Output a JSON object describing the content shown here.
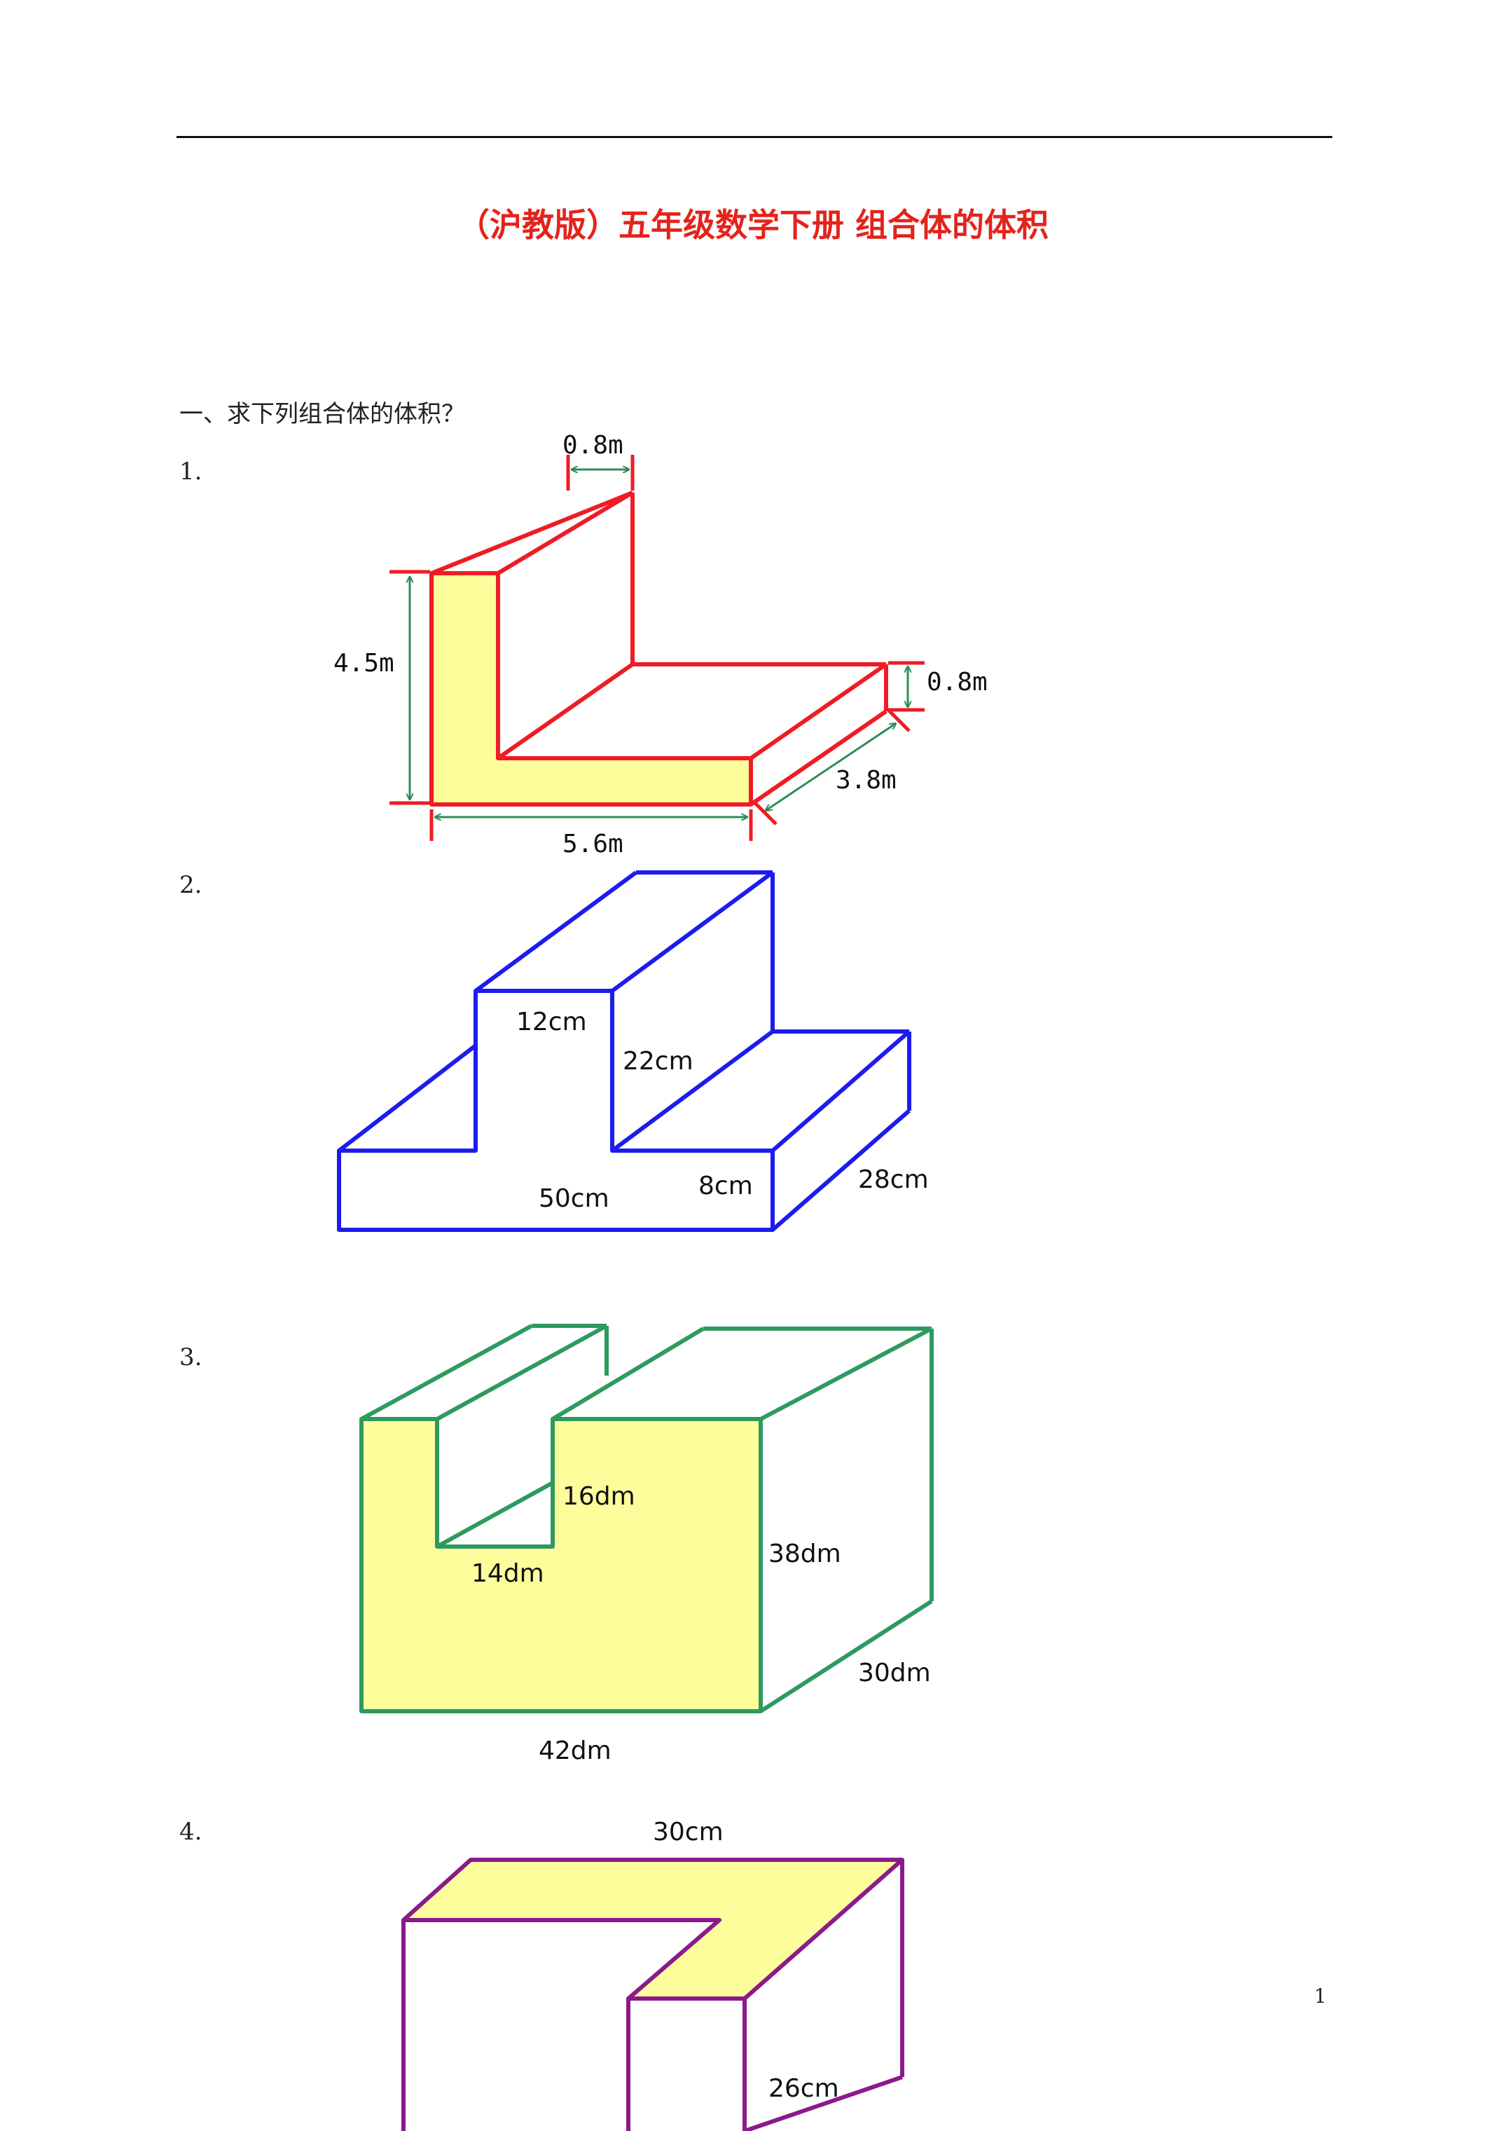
{
  "document": {
    "title": "（沪教版）五年级数学下册 组合体的体积",
    "section_heading": "一、求下列组合体的体积？",
    "page_number": "1"
  },
  "problems": [
    {
      "number": "1.",
      "stroke_color": "#ee1c24",
      "fill_color": "#fdfd9c",
      "labels": {
        "top_width": "0.8m",
        "height": "4.5m",
        "base_thickness": "0.8m",
        "depth": "3.8m",
        "width": "5.6m"
      }
    },
    {
      "number": "2.",
      "stroke_color": "#1c1cee",
      "labels": {
        "top_width": "12cm",
        "top_height": "22cm",
        "base_height": "8cm",
        "depth": "28cm",
        "width": "50cm"
      }
    },
    {
      "number": "3.",
      "stroke_color": "#2e9a5f",
      "fill_color": "#fdfd9c",
      "labels": {
        "notch_depth": "16dm",
        "notch_width": "14dm",
        "height": "38dm",
        "depth": "30dm",
        "width": "42dm"
      }
    },
    {
      "number": "4.",
      "stroke_color": "#8b1a8b",
      "fill_color": "#fdfd9c",
      "labels": {
        "top_width": "30cm",
        "height": "26cm"
      }
    }
  ]
}
